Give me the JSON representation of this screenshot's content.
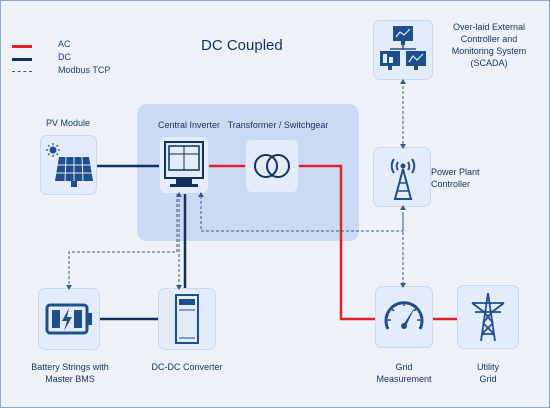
{
  "title": "DC Coupled",
  "legend": {
    "ac": "AC",
    "dc": "DC",
    "modbus": "Modbus TCP"
  },
  "colors": {
    "ac": "#e2202a",
    "dc": "#12315f",
    "modbus": "#3a5a86",
    "tile": "#e3ecfa",
    "panel": "#c9dbf3",
    "icon": "#1f4e8c"
  },
  "nodes": {
    "pv": {
      "label": "PV Module",
      "icon": "solar-panel-icon"
    },
    "inverter": {
      "label": "Central Inverter",
      "icon": "inverter-icon"
    },
    "transformer": {
      "label": "Transformer / Switchgear",
      "icon": "transformer-icon"
    },
    "scada": {
      "label_line1": "Over-laid External",
      "label_line2": "Controller and",
      "label_line3": "Monitoring System",
      "label_line4": "(SCADA)",
      "icon": "monitoring-computers-icon"
    },
    "ppc": {
      "label_line1": "Power Plant",
      "label_line2": "Controller",
      "icon": "radio-tower-icon"
    },
    "battery": {
      "label_line1": "Battery Strings with",
      "label_line2": "Master BMS",
      "icon": "battery-icon"
    },
    "dcdc": {
      "label": "DC-DC Converter",
      "icon": "converter-cabinet-icon"
    },
    "grid_meas": {
      "label_line1": "Grid",
      "label_line2": "Measurement",
      "icon": "gauge-icon"
    },
    "utility": {
      "label_line1": "Utility",
      "label_line2": "Grid",
      "icon": "transmission-tower-icon"
    }
  }
}
